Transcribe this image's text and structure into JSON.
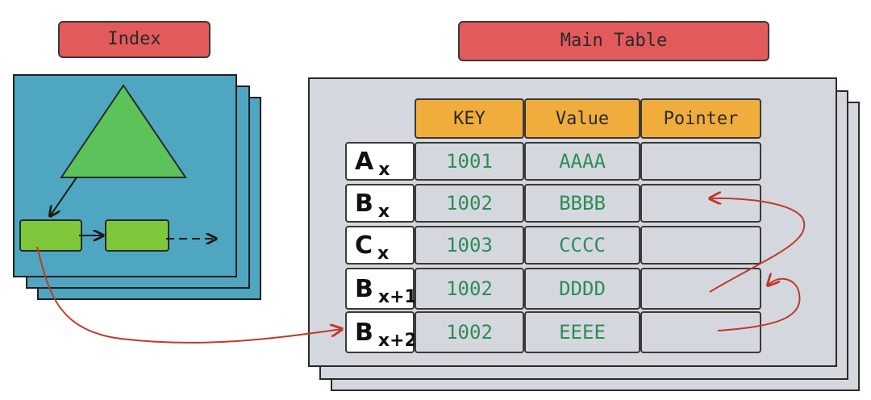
{
  "index": {
    "label": "Index"
  },
  "main_table": {
    "label": "Main Table",
    "headers": [
      "KEY",
      "Value",
      "Pointer"
    ],
    "rows": [
      {
        "row_letter": "A",
        "row_sub": "x",
        "key": "1001",
        "value": "AAAA",
        "pointer": ""
      },
      {
        "row_letter": "B",
        "row_sub": "x",
        "key": "1002",
        "value": "BBBB",
        "pointer": ""
      },
      {
        "row_letter": "C",
        "row_sub": "x",
        "key": "1003",
        "value": "CCCC",
        "pointer": ""
      },
      {
        "row_letter": "B",
        "row_sub": "x+1",
        "key": "1002",
        "value": "DDDD",
        "pointer": ""
      },
      {
        "row_letter": "B",
        "row_sub": "x+2",
        "key": "1002",
        "value": "EEEE",
        "pointer": ""
      }
    ]
  },
  "colors": {
    "tag": "#e35a5a",
    "index_bg": "#4fa6c0",
    "triangle": "#5cc35a",
    "node": "#7cc83a",
    "table_header": "#f0ad3c",
    "table_bg": "#d4d8de",
    "data_text": "#2e8b57",
    "arrow_red": "#c0392b"
  }
}
